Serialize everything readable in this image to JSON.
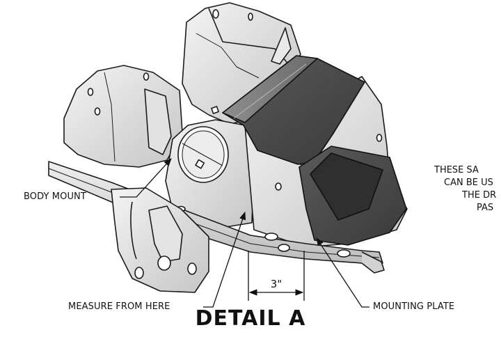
{
  "callouts": {
    "body_mount": "BODY MOUNT",
    "measure_from_here": "MEASURE FROM HERE",
    "mounting_plate": "MOUNTING PLATE"
  },
  "dimension": {
    "label": "3\""
  },
  "note": {
    "line1": "THESE SA",
    "line2": "CAN BE US",
    "line3": "THE DR",
    "line4": "PAS"
  },
  "title": "DETAIL  A"
}
